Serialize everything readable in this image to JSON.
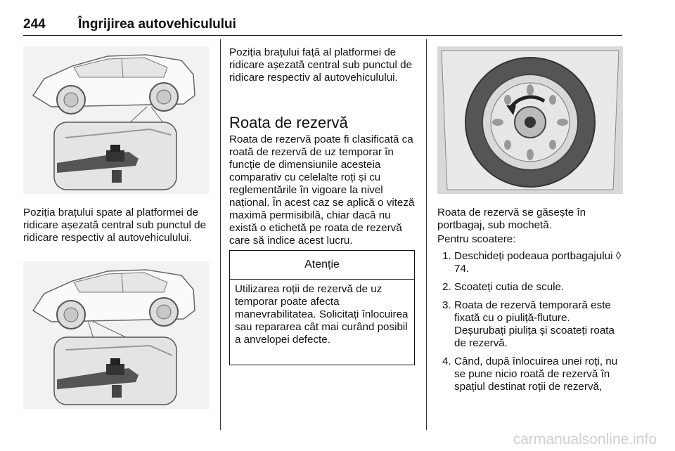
{
  "header": {
    "page_number": "244",
    "title": "Îngrijirea autovehiculului"
  },
  "col1": {
    "caption1": "Poziția brațului spate al platformei de ridicare așezată central sub punctul de ridicare respectiv al autovehiculului."
  },
  "col2": {
    "intro": "Poziția brațului față al platformei de ridicare așezată central sub punctul de ridicare respectiv al autovehiculului.",
    "section_title": "Roata de rezervă",
    "paragraph": "Roata de rezervă poate fi clasificată ca roată de rezervă de uz temporar în funcție de dimensiunile acesteia comparativ cu celelalte roți și cu reglementările în vigoare la nivel național. În acest caz se aplică o viteză maximă permisibilă, chiar dacă nu există o etichetă pe roata de rezervă care să indice acest lucru.",
    "warning": {
      "title": "Atenție",
      "text": "Utilizarea roții de rezervă de uz temporar poate afecta manevrabilitatea. Solicitați înlocuirea sau repararea cât mai curând posibil a anvelopei defecte."
    }
  },
  "col3": {
    "location": "Roata de rezervă se găsește în portbagaj, sub mochetă.",
    "removal_intro": "Pentru scoatere:",
    "steps": [
      {
        "num": "1.",
        "text": "Deschideți podeaua portbagajului ◊ 74."
      },
      {
        "num": "2.",
        "text": "Scoateți cutia de scule."
      },
      {
        "num": "3.",
        "text": "Roata de rezervă temporară este fixată cu o piuliță-fluture. Deșurubați piulița și scoateți roata de rezervă."
      },
      {
        "num": "4.",
        "text": "Când, după înlocuirea unei roți, nu se pune nicio roată de rezervă în spațiul destinat roții de rezervă,"
      }
    ]
  },
  "watermark": "carmanualsonline.info"
}
